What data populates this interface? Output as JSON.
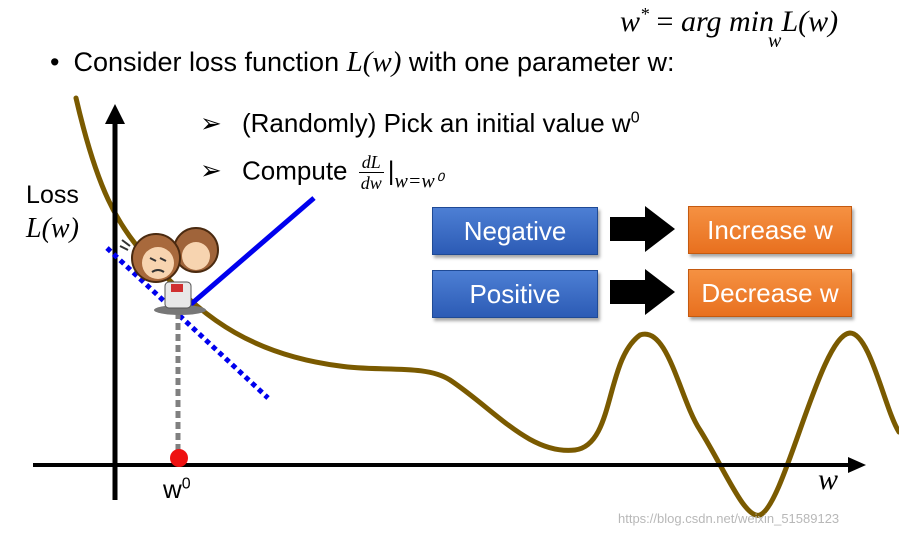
{
  "formula": {
    "lhs": "w* = arg min L(w)",
    "lhs_main": "w",
    "star": "*",
    "eq": "=",
    "argmin": "arg min",
    "L": "L(w)",
    "under": "w"
  },
  "bullet": {
    "text_before": "Consider loss function ",
    "math": "L(w)",
    "text_after": " with one parameter w:"
  },
  "steps": [
    {
      "marker": "➢",
      "text": "(Randomly) Pick an initial value w",
      "sup": "0"
    },
    {
      "marker": "➢",
      "text": "Compute ",
      "frac_num": "dL",
      "frac_den": "dw",
      "eval_bar": "|",
      "eval_sub": "w=w⁰"
    }
  ],
  "axis": {
    "loss_label": "Loss",
    "loss_math": "L(w)",
    "x_label": "w",
    "point_label_main": "w",
    "point_label_sup": "0"
  },
  "boxes": {
    "negative": "Negative",
    "positive": "Positive",
    "increase": "Increase w",
    "decrease": "Decrease w"
  },
  "colors": {
    "curve": "#7a5a00",
    "tangent": "#0000ee",
    "point": "#ee1111",
    "box_blue": "#3a6bc4",
    "box_orange": "#ee7a2a"
  },
  "watermark": "https://blog.csdn.net/weixin_51589123"
}
